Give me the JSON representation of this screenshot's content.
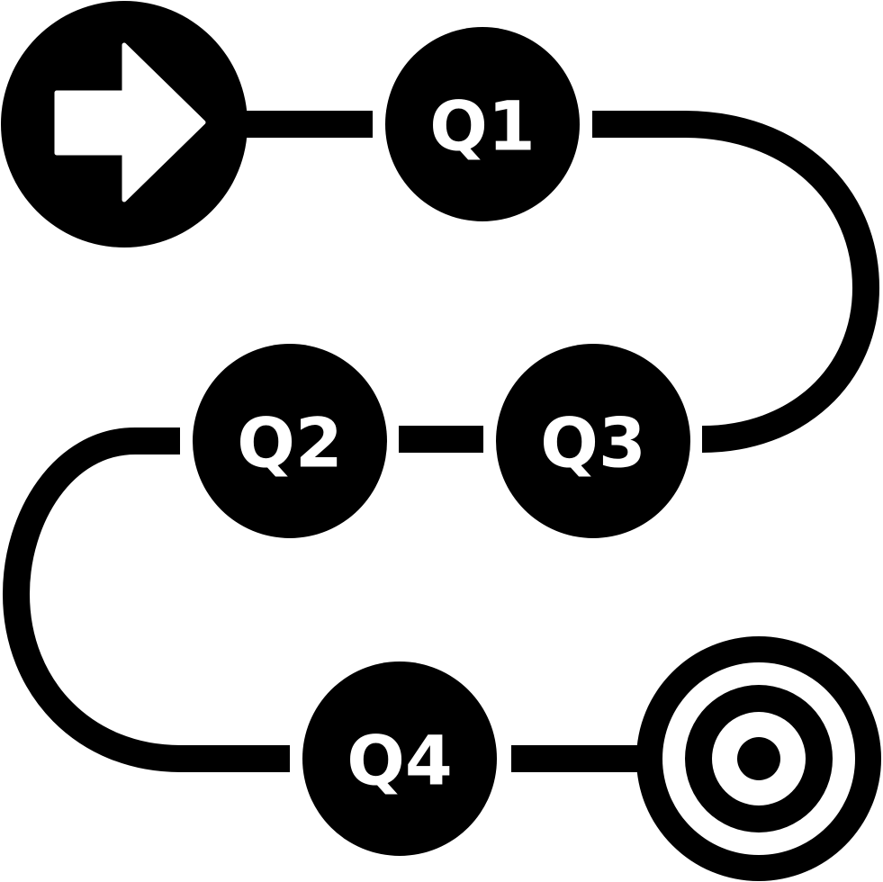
{
  "colors": {
    "ink": "#000000",
    "paper": "#ffffff"
  },
  "start": {
    "icon": "arrow-right-icon"
  },
  "milestones": [
    {
      "id": "q1",
      "label": "Q1"
    },
    {
      "id": "q2",
      "label": "Q2"
    },
    {
      "id": "q3",
      "label": "Q3"
    },
    {
      "id": "q4",
      "label": "Q4"
    }
  ],
  "goal": {
    "icon": "target-icon"
  }
}
